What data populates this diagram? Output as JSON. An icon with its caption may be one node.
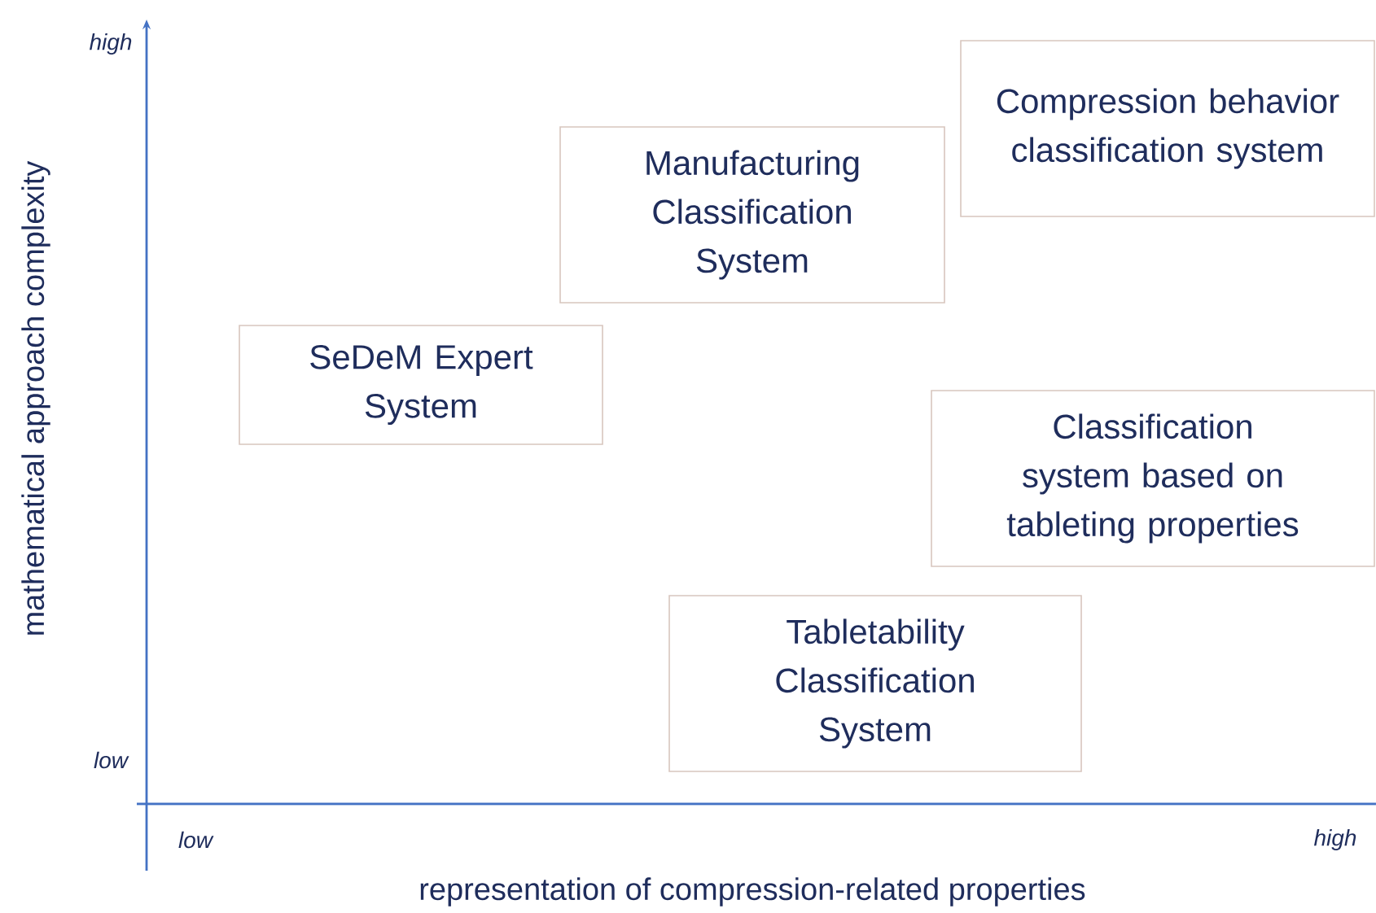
{
  "diagram": {
    "nodes": [
      {
        "text": [
          "Compression behavior classification system"
        ]
      },
      {
        "text": [
          "Manufacturing Classification System"
        ]
      },
      {
        "text": [
          "SeDeM Expert System"
        ]
      },
      {
        "text": [
          "Classification system based on tableting properties"
        ]
      },
      {
        "text": [
          "Tabletability Classification System"
        ]
      }
    ],
    "edges": [],
    "labels": [
      "high",
      "mathematical approach complexity",
      "low",
      "low",
      "high",
      "representation of compression-related properties"
    ]
  }
}
